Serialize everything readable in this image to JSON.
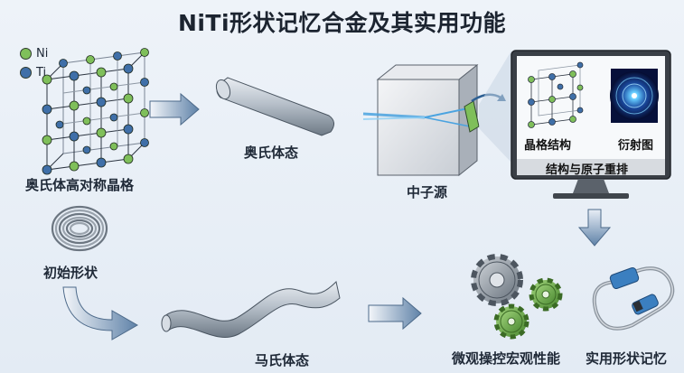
{
  "title": "NiTi形状记忆合金及其实用功能",
  "legend": {
    "ni": "Ni",
    "ti": "Ti"
  },
  "labels": {
    "austenite_lattice": "奥氏体高对称晶格",
    "austenite": "奥氏体态",
    "neutron_source": "中子源",
    "initial_shape": "初始形状",
    "martensite": "马氏体态",
    "micro_control": "微观操控宏观性能",
    "application": "实用形状记忆"
  },
  "monitor": {
    "crystal": "晶格结构",
    "diffraction": "衍射图",
    "caption": "结构与原子重排"
  },
  "colors": {
    "ni": "#7fbf5a",
    "ti": "#3f6fa8",
    "arrow": "#6f8fb0",
    "beam": "#4aa3e0"
  }
}
